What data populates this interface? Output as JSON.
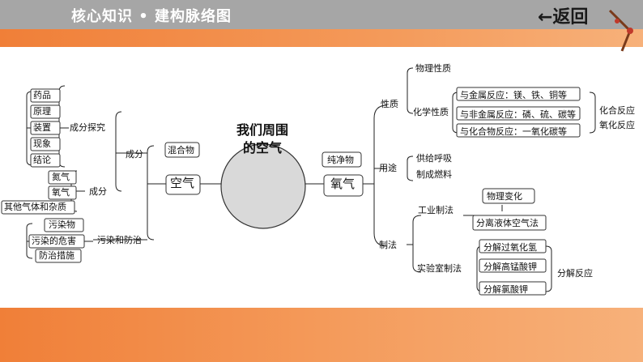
{
  "header": {
    "title": "核心知识 • 建构脉络图",
    "back_label": "←返回"
  },
  "center": {
    "line1": "我们周围",
    "line2": "的空气"
  },
  "air": {
    "label": "空气",
    "type_label": "混合物",
    "composition": "成分",
    "explore": "成分探究",
    "explore_items": [
      "药品",
      "原理",
      "装置",
      "现象",
      "结论"
    ],
    "component_group": "成分",
    "components": [
      "氮气",
      "氧气",
      "其他气体和杂质"
    ],
    "pollution": "污染和防治",
    "pollution_items": [
      "污染物",
      "污染的危害",
      "防治措施"
    ]
  },
  "oxygen": {
    "label": "氧气",
    "type_label": "纯净物",
    "properties": "性质",
    "physical": "物理性质",
    "chemical": "化学性质",
    "reactions": [
      "与金属反应：镁、铁、铜等",
      "与非金属反应：磷、硫、碳等",
      "与化合物反应：一氧化碳等"
    ],
    "reaction_types": [
      "化合反应",
      "氧化反应"
    ],
    "uses": "用途",
    "use_items": [
      "供给呼吸",
      "制成燃料"
    ],
    "preparation": "制法",
    "industrial": "工业制法",
    "industrial_method": "分离液体空气法",
    "physical_change": "物理变化",
    "lab": "实验室制法",
    "lab_methods": [
      "分解过氧化氢",
      "分解高锰酸钾",
      "分解氯酸钾"
    ],
    "lab_type": "分解反应"
  }
}
